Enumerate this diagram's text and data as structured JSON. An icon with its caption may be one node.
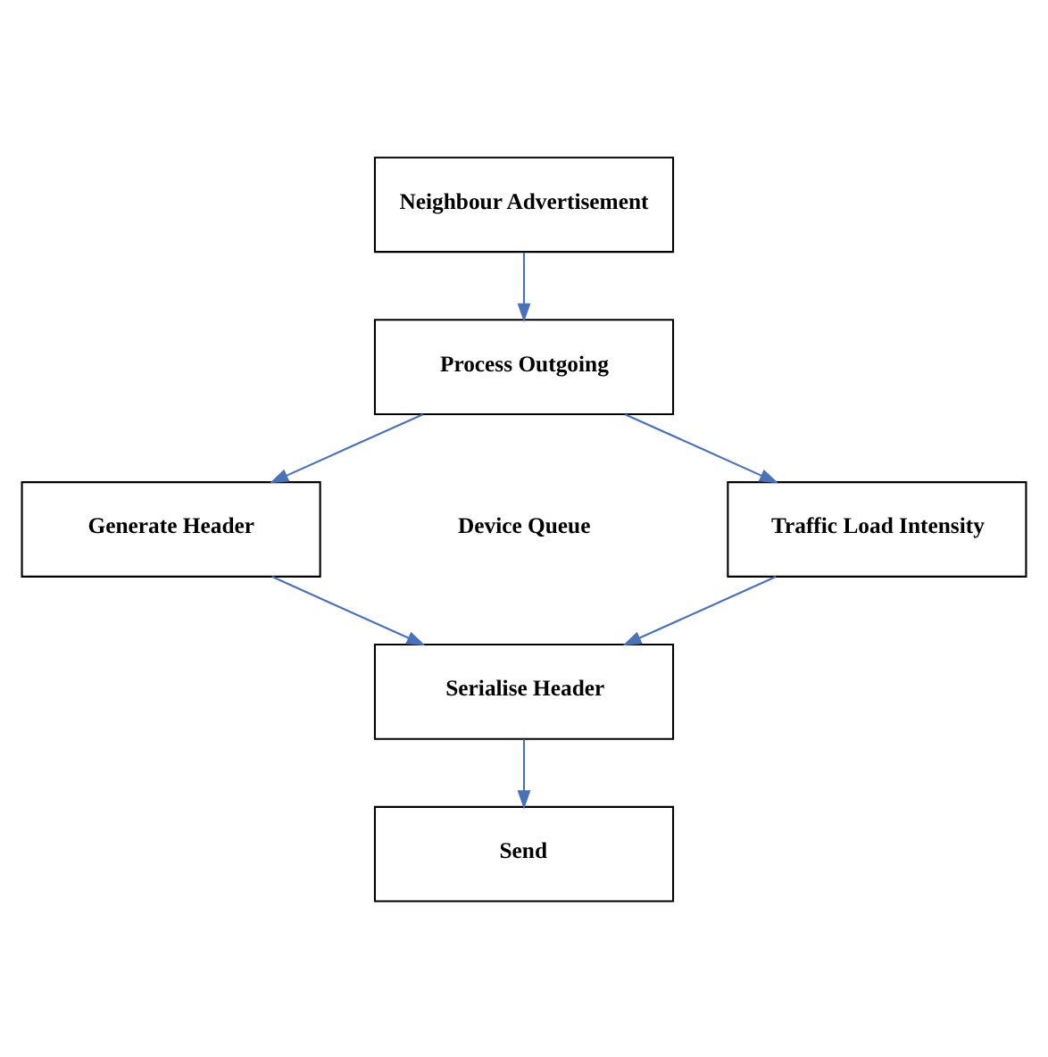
{
  "diagram": {
    "nodes": [
      {
        "text": [
          "Neighbour Advertisement"
        ]
      },
      {
        "text": [
          "Process Outgoing"
        ]
      },
      {
        "text": [
          "Traffic Load Intensity"
        ]
      },
      {
        "text": [
          "Generate Header"
        ]
      },
      {
        "text": [
          "Serialise Header"
        ]
      },
      {
        "text": [
          "Send"
        ]
      }
    ],
    "edges": [
      {
        "from": 0,
        "to": 1,
        "arrow": "to"
      },
      {
        "from": 1,
        "to": 2,
        "arrow": "to"
      },
      {
        "from": 1,
        "to": 3,
        "arrow": "to"
      },
      {
        "from": 2,
        "to": 4,
        "arrow": "to"
      },
      {
        "from": 3,
        "to": 4,
        "arrow": "to"
      },
      {
        "from": 4,
        "to": 5,
        "arrow": "to"
      }
    ],
    "labels": [
      "Device Queue"
    ]
  }
}
